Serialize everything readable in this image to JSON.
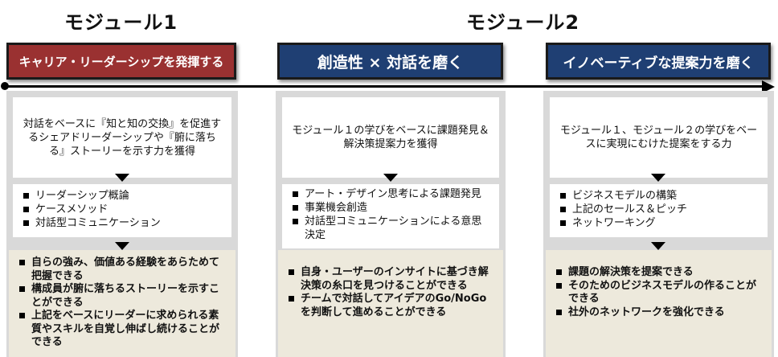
{
  "modules": {
    "module1_title": "モジュール1",
    "module2_title": "モジュール2"
  },
  "columns": [
    {
      "header": "キャリア・リーダーシップを発揮する",
      "header_color": "#9a3131",
      "description": "対話をベースに『知と知の交換』を促進するシェアドリーダーシップや『腑に落ちる』ストーリーを示す力を獲得",
      "bullets": [
        "リーダーシップ概論",
        "ケースメソッド",
        "対話型コミュニケーション"
      ],
      "results": [
        "自らの強み、価値ある経験をあらためて把握できる",
        "構成員が腑に落ちるストーリーを示すことができる",
        "上記をベースにリーダーに求められる素質やスキルを自覚し伸ばし続けることができる"
      ]
    },
    {
      "header": "創造性 × 対話を磨く",
      "header_color": "#1f3f73",
      "description": "モジュール１の学びをベースに課題発見＆解決策提案力を獲得",
      "bullets": [
        "アート・デザイン思考による課題発見",
        "事業機会創造",
        "対話型コミュニケーションによる意思決定"
      ],
      "results": [
        "自身・ユーザーのインサイトに基づき解決策の糸口を見つけることができる",
        "チームで対話してアイデアのGo/NoGoを判断して進めることができる"
      ]
    },
    {
      "header": "イノベーティブな提案力を磨く",
      "header_color": "#1f3f73",
      "description": "モジュール１、モジュール２の学びをベースに実現にむけた提案をする力",
      "bullets": [
        "ビジネスモデルの構築",
        "上記のセールス＆ピッチ",
        "ネットワーキング"
      ],
      "results": [
        "課題の解決策を提案できる",
        "そのためのビジネスモデルの作ることができる",
        "社外のネットワークを強化できる"
      ]
    }
  ]
}
